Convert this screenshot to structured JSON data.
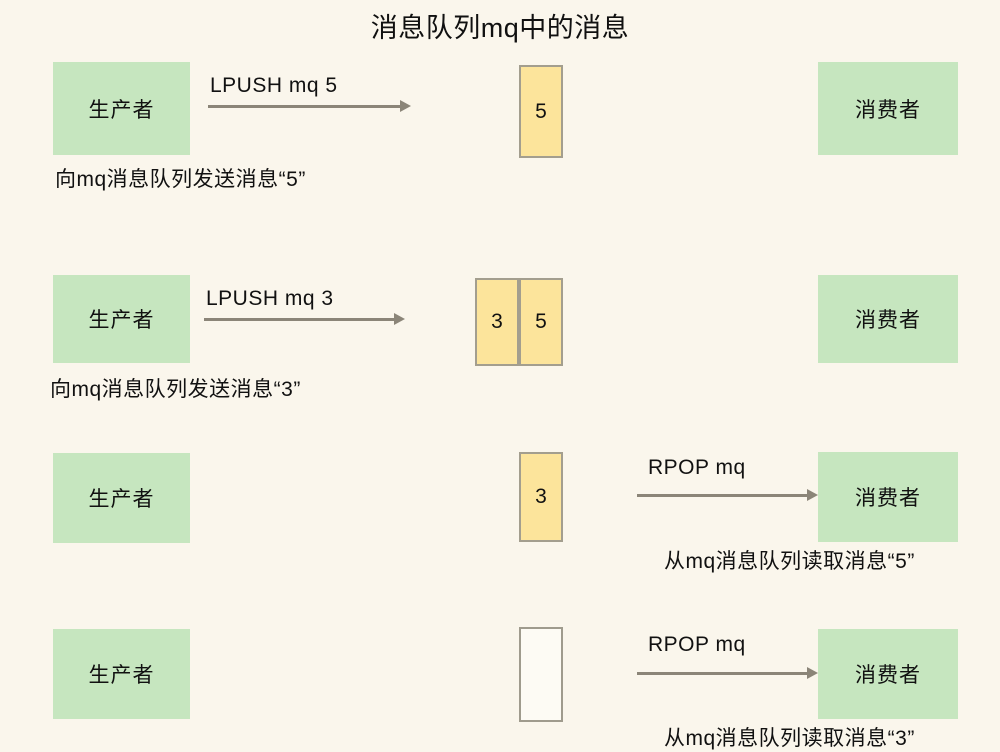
{
  "diagram": {
    "title": "消息队列mq中的消息",
    "background_color": "#faf6ec",
    "actor_color": "#c6e6bf",
    "queue_fill_color": "#fce49b",
    "queue_empty_color": "#fdfbf4",
    "queue_border_color": "#a39e8e",
    "arrow_color": "#8b8578"
  },
  "rows": [
    {
      "id": "row-1",
      "producer_label": "生产者",
      "consumer_label": "消费者",
      "left_arrow_label": "LPUSH mq 5",
      "right_arrow_label": "",
      "left_caption": "向mq消息队列发送消息“5”",
      "right_caption": "",
      "queue_cells": [
        "5"
      ],
      "queue_empty": false
    },
    {
      "id": "row-2",
      "producer_label": "生产者",
      "consumer_label": "消费者",
      "left_arrow_label": "LPUSH mq 3",
      "right_arrow_label": "",
      "left_caption": "向mq消息队列发送消息“3”",
      "right_caption": "",
      "queue_cells": [
        "3",
        "5"
      ],
      "queue_empty": false
    },
    {
      "id": "row-3",
      "producer_label": "生产者",
      "consumer_label": "消费者",
      "left_arrow_label": "",
      "right_arrow_label": "RPOP mq",
      "left_caption": "",
      "right_caption": "从mq消息队列读取消息“5”",
      "queue_cells": [
        "3"
      ],
      "queue_empty": false
    },
    {
      "id": "row-4",
      "producer_label": "生产者",
      "consumer_label": "消费者",
      "left_arrow_label": "",
      "right_arrow_label": "RPOP mq",
      "left_caption": "",
      "right_caption": "从mq消息队列读取消息“3”",
      "queue_cells": [
        ""
      ],
      "queue_empty": true
    }
  ]
}
